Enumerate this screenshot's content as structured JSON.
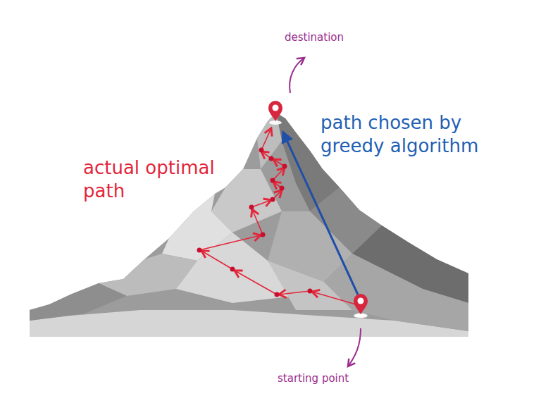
{
  "diagram": {
    "labels": [
      "destination",
      "path chosen by greedy algorithm",
      "actual optimal path",
      "starting point"
    ]
  }
}
